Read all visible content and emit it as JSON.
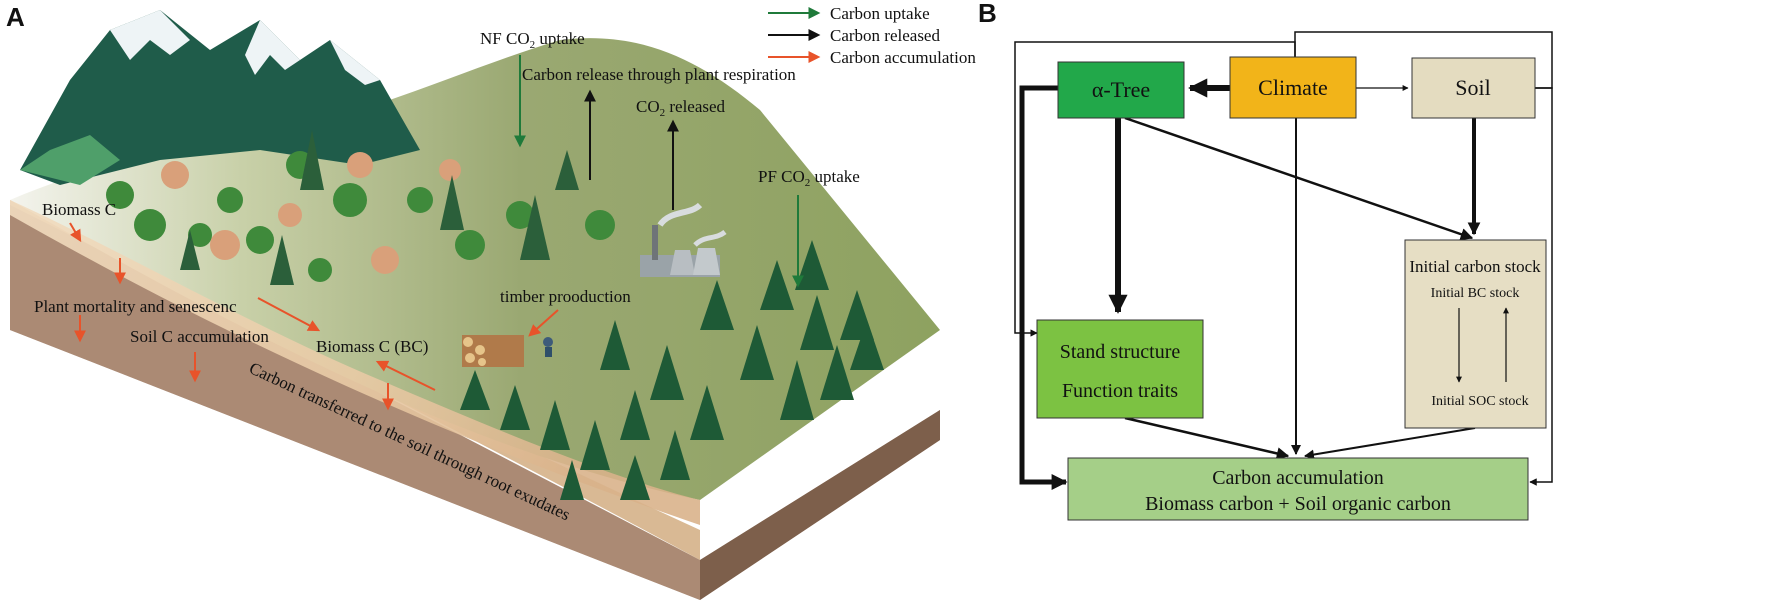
{
  "panel_a": {
    "letter": "A",
    "legend": [
      {
        "label": "Carbon uptake",
        "color": "#1f7a3a"
      },
      {
        "label": "Carbon released",
        "color": "#111111"
      },
      {
        "label": "Carbon accumulation",
        "color": "#e8532a"
      }
    ],
    "labels": {
      "nf_uptake_pre": "NF CO",
      "nf_uptake_sub": "2",
      "nf_uptake_post": " uptake",
      "release_resp": "Carbon release through plant respiration",
      "co2_released_pre": "CO",
      "co2_released_sub": "2",
      "co2_released_post": " released",
      "pf_uptake_pre": "PF CO",
      "pf_uptake_sub": "2",
      "pf_uptake_post": " uptake",
      "biomass_c": "Biomass C",
      "mortality": "Plant mortality and senescenc",
      "soil_accum": "Soil C accumulation",
      "biomass_bc": "Biomass C (BC)",
      "timber": "timber prooduction",
      "transfer": "Carbon transferred to the soil through root exudates"
    }
  },
  "panel_b": {
    "letter": "B",
    "nodes": {
      "alpha_tree": "α-Tree",
      "climate": "Climate",
      "soil": "Soil",
      "stand_structure": "Stand structure",
      "function_traits": "Function traits",
      "initial_carbon_stock": "Initial carbon stock",
      "initial_bc_stock": "Initial BC stock",
      "initial_soc_stock": "Initial SOC stock",
      "carbon_accumulation": "Carbon accumulation",
      "carbon_sum": "Biomass carbon + Soil organic carbon"
    },
    "colors": {
      "alpha_tree": "#22a84a",
      "climate": "#f2b419",
      "soil": "#e4dcc0",
      "stand": "#7cc242",
      "initial": "#e6dec4",
      "accumulation": "#a5cf88"
    }
  }
}
